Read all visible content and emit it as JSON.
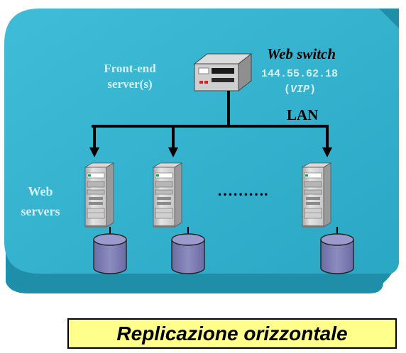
{
  "diagram": {
    "front_end_line1": "Front-end",
    "front_end_line2": "server(s)",
    "web_switch": "Web switch",
    "ip": "144.55.62.18",
    "vip_open": "(",
    "vip": "VIP",
    "vip_close": ")",
    "lan": "LAN",
    "web_servers_line1": "Web",
    "web_servers_line2": "servers",
    "ellipsis": "……….",
    "caption": "Replicazione orizzontale"
  },
  "colors": {
    "panel_fill": "#36b3cf",
    "panel_shadow": "#1d8aa4",
    "label_light": "#d7eef8",
    "caption_fill": "#ffff8c",
    "disk_fill": "#7e7eb4"
  }
}
